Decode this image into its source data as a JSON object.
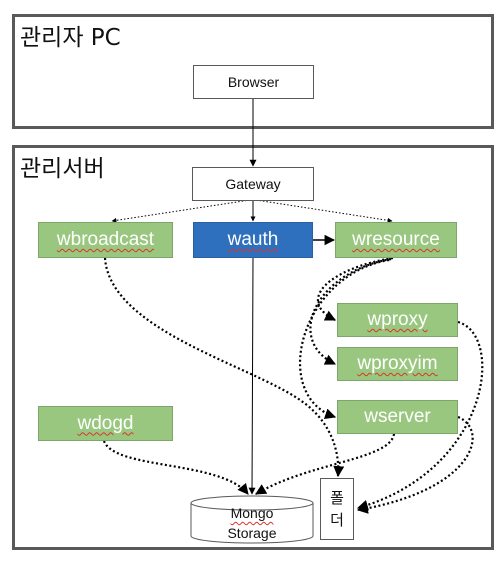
{
  "regions": {
    "admin_pc": {
      "title": "관리자 PC"
    },
    "admin_server": {
      "title": "관리서버"
    }
  },
  "nodes": {
    "browser": "Browser",
    "gateway": "Gateway",
    "wbroadcast": "wbroadcast",
    "wauth": "wauth",
    "wresource": "wresource",
    "wproxy": "wproxy",
    "wproxyim": "wproxyim",
    "wdogd": "wdogd",
    "wserver": "wserver",
    "mongo_line1": "Mongo",
    "mongo_line2": "Storage",
    "folder_char1": "폴",
    "folder_char2": "더"
  },
  "colors": {
    "service_green": "#9ac77f",
    "auth_blue": "#2e70bd",
    "border_gray": "#595959",
    "spellcheck_red": "#d9352c"
  }
}
